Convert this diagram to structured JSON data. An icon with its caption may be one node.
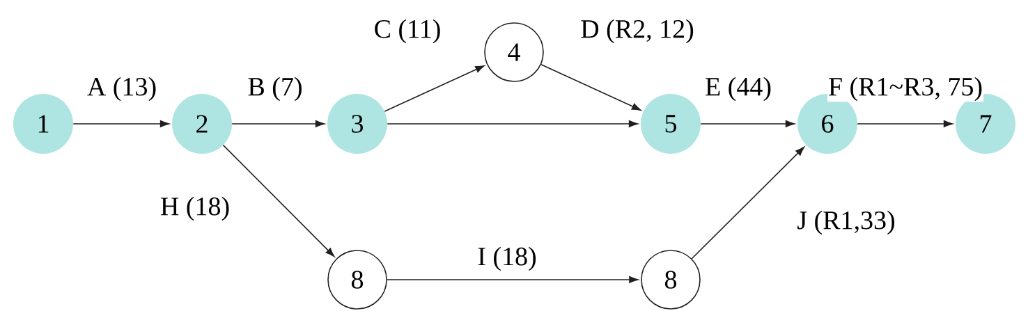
{
  "diagram": {
    "nodes": [
      {
        "text": [
          "1"
        ]
      },
      {
        "text": [
          "2"
        ]
      },
      {
        "text": [
          "3"
        ]
      },
      {
        "text": [
          "4"
        ]
      },
      {
        "text": [
          "5"
        ]
      },
      {
        "text": [
          "6"
        ]
      },
      {
        "text": [
          "7"
        ]
      },
      {
        "text": [
          "8"
        ]
      },
      {
        "text": [
          "8"
        ]
      }
    ],
    "edges": [
      {
        "from": 0,
        "to": 1,
        "arrow": "to",
        "label": "A (13)"
      },
      {
        "from": 1,
        "to": 2,
        "arrow": "to",
        "label": "B (7)"
      },
      {
        "from": 2,
        "to": 3,
        "arrow": "to",
        "label": "C (11)"
      },
      {
        "from": 3,
        "to": 4,
        "arrow": "to",
        "label": "D (R2, 12)"
      },
      {
        "from": 2,
        "to": 4,
        "arrow": "to"
      },
      {
        "from": 4,
        "to": 5,
        "arrow": "to",
        "label": "E (44)"
      },
      {
        "from": 5,
        "to": 6,
        "arrow": "to",
        "label": "F (R1~R3, 75)"
      },
      {
        "from": 1,
        "to": 7,
        "arrow": "to",
        "label": "H (18)"
      },
      {
        "from": 7,
        "to": 8,
        "arrow": "to",
        "label": "I (18)"
      },
      {
        "from": 8,
        "to": 5,
        "arrow": "to",
        "label": "J (R1,33)"
      }
    ]
  }
}
